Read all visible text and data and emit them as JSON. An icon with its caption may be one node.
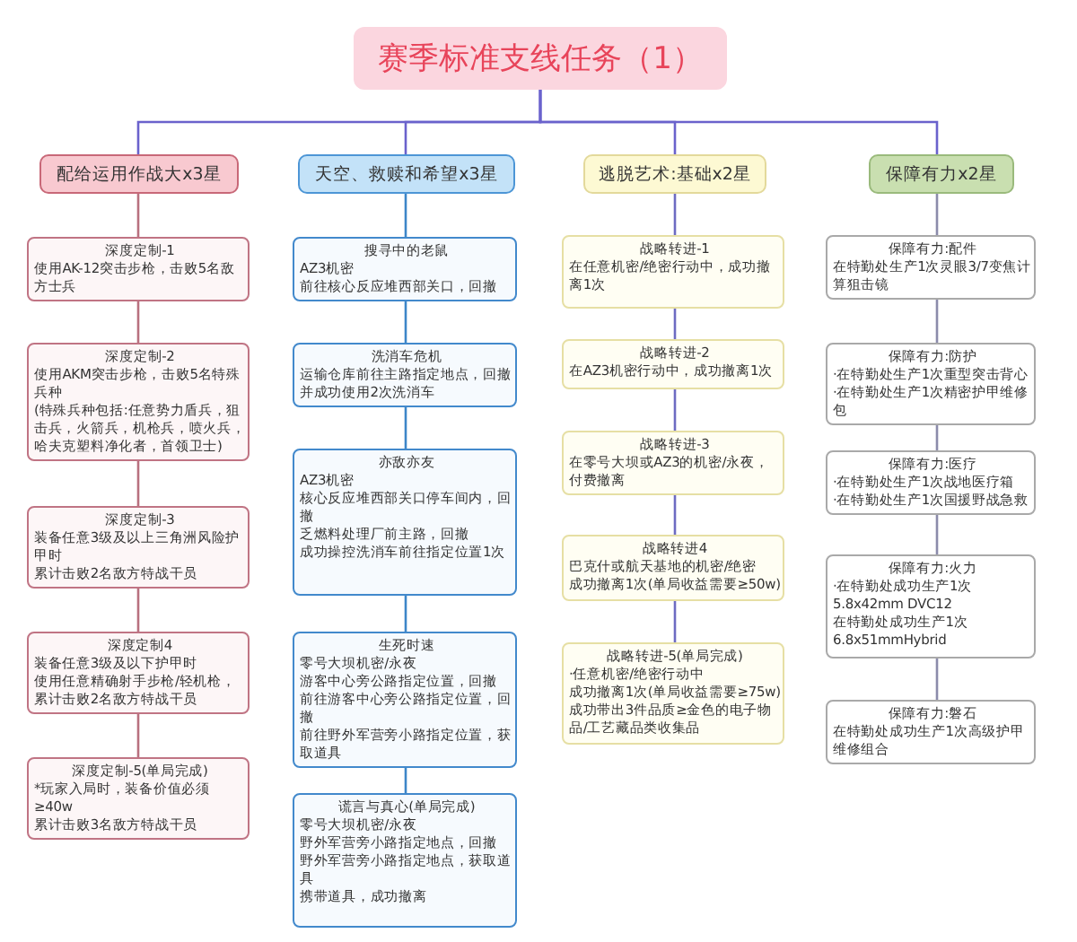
{
  "diagram": {
    "nodes": [
      {
        "text": [
          "赛季标准支线任务（1）"
        ]
      },
      {
        "text": [
          "配给运用作战大x3星"
        ]
      },
      {
        "text": [
          "天空、救赎和希望x3星"
        ]
      },
      {
        "text": [
          "逃脱艺术:基础x2星"
        ]
      },
      {
        "text": [
          "保障有力x2星"
        ]
      },
      {
        "text": [
          "深度定制-1",
          "使用AK-12突击步枪，击败5名敌方士兵"
        ]
      },
      {
        "text": [
          "深度定制-2",
          "使用AKM突击步枪，击败5名特殊兵种",
          "(特殊兵种包括:任意势力盾兵，狙击兵，火箭兵，机枪兵，喷火兵，哈夫克塑料净化者，首领卫士)"
        ]
      },
      {
        "text": [
          "深度定制-3",
          "装备任意3级及以上三角洲风险护甲时",
          "累计击败2名敌方特战干员"
        ]
      },
      {
        "text": [
          "深度定制4",
          "装备任意3级及以下护甲时",
          "使用任意精确射手步枪/轻机枪，累计击败2名敌方特战干员"
        ]
      },
      {
        "text": [
          "深度定制-5(单局完成)",
          "*玩家入局时，装备价值必须≥40w",
          "累计击败3名敌方特战干员"
        ]
      },
      {
        "text": [
          "搜寻中的老鼠",
          "AZ3机密",
          "前往核心反应堆西部关口，回撤"
        ]
      },
      {
        "text": [
          "洗消车危机",
          "运输仓库前往主路指定地点，回撤并成功使用2次洗消车"
        ]
      },
      {
        "text": [
          "亦敌亦友",
          "AZ3机密",
          "核心反应堆西部关口停车间内，回撤",
          "乏燃料处理厂前主路，回撤",
          "成功操控洗消车前往指定位置1次"
        ]
      },
      {
        "text": [
          "生死时速",
          "零号大坝机密/永夜",
          "游客中心旁公路指定位置，回撤",
          "前往游客中心旁公路指定位置，回撤",
          "前往野外军营旁小路指定位置，获取道具"
        ]
      },
      {
        "text": [
          "谎言与真心(单局完成)",
          "零号大坝机密/永夜",
          "野外军营旁小路指定地点，回撤",
          "野外军营旁小路指定地点，获取道具",
          "携带道具，成功撤离"
        ]
      },
      {
        "text": [
          "战略转进-1",
          "在任意机密/绝密行动中，成功撤离1次"
        ]
      },
      {
        "text": [
          "战略转进-2",
          "在AZ3机密行动中，成功撤离1次"
        ]
      },
      {
        "text": [
          "战略转进-3",
          "在零号大坝或AZ3的机密/永夜，付费撤离"
        ]
      },
      {
        "text": [
          "战略转进4",
          "巴克什或航天基地的机密/绝密",
          "成功撤离1次(单局收益需要≥50w)"
        ]
      },
      {
        "text": [
          "战略转进-5(单局完成)",
          "·任意机密/绝密行动中",
          "成功撤离1次(单局收益需要≥75w)",
          "成功带出3件品质≥金色的电子物品/工艺藏品类收集品"
        ]
      },
      {
        "text": [
          "保障有力:配件",
          "在特勤处生产1次灵眼3/7变焦计算狙击镜"
        ]
      },
      {
        "text": [
          "保障有力:防护",
          "·在特勤处生产1次重型突击背心",
          "·在特勤处生产1次精密护甲维修包"
        ]
      },
      {
        "text": [
          "保障有力:医疗",
          "·在特勤处生产1次战地医疗箱",
          "·在特勤处生产1次国援野战急救"
        ]
      },
      {
        "text": [
          "保障有力:火力",
          "·在特勤处成功生产1次5.8x42mm DVC12",
          "在特勤处成功生产1次 6.8x51mmHybrid"
        ]
      },
      {
        "text": [
          "保障有力:磐石",
          "在特勤处成功生产1次高级护甲维修组合"
        ]
      }
    ],
    "edges": [
      {
        "from": 0,
        "to": 1,
        "arrow": "none",
        "color": "#6a62cc"
      },
      {
        "from": 0,
        "to": 2,
        "arrow": "none",
        "color": "#6a62cc"
      },
      {
        "from": 0,
        "to": 3,
        "arrow": "none",
        "color": "#6a62cc"
      },
      {
        "from": 0,
        "to": 4,
        "arrow": "none",
        "color": "#6a62cc"
      },
      {
        "from": 1,
        "to": 5,
        "arrow": "none",
        "color": "#b8707f"
      },
      {
        "from": 5,
        "to": 6,
        "arrow": "none",
        "color": "#b8707f"
      },
      {
        "from": 6,
        "to": 7,
        "arrow": "none",
        "color": "#b8707f"
      },
      {
        "from": 7,
        "to": 8,
        "arrow": "none",
        "color": "#b8707f"
      },
      {
        "from": 8,
        "to": 9,
        "arrow": "none",
        "color": "#b8707f"
      },
      {
        "from": 2,
        "to": 10,
        "arrow": "none",
        "color": "#3d86c8"
      },
      {
        "from": 10,
        "to": 11,
        "arrow": "none",
        "color": "#3d86c8"
      },
      {
        "from": 11,
        "to": 12,
        "arrow": "none",
        "color": "#3d86c8"
      },
      {
        "from": 12,
        "to": 13,
        "arrow": "none",
        "color": "#3d86c8"
      },
      {
        "from": 13,
        "to": 14,
        "arrow": "none",
        "color": "#3d86c8"
      },
      {
        "from": 3,
        "to": 15,
        "arrow": "none",
        "color": "#6d6bc2"
      },
      {
        "from": 15,
        "to": 16,
        "arrow": "none",
        "color": "#6d6bc2"
      },
      {
        "from": 16,
        "to": 17,
        "arrow": "none",
        "color": "#6d6bc2"
      },
      {
        "from": 17,
        "to": 18,
        "arrow": "none",
        "color": "#6d6bc2"
      },
      {
        "from": 18,
        "to": 19,
        "arrow": "none",
        "color": "#6d6bc2"
      },
      {
        "from": 4,
        "to": 20,
        "arrow": "none",
        "color": "#8b8bab"
      },
      {
        "from": 20,
        "to": 21,
        "arrow": "none",
        "color": "#8b8bab"
      },
      {
        "from": 21,
        "to": 22,
        "arrow": "none",
        "color": "#8b8bab"
      },
      {
        "from": 22,
        "to": 23,
        "arrow": "none",
        "color": "#8b8bab"
      },
      {
        "from": 23,
        "to": 24,
        "arrow": "none",
        "color": "#8b8bab"
      }
    ]
  }
}
